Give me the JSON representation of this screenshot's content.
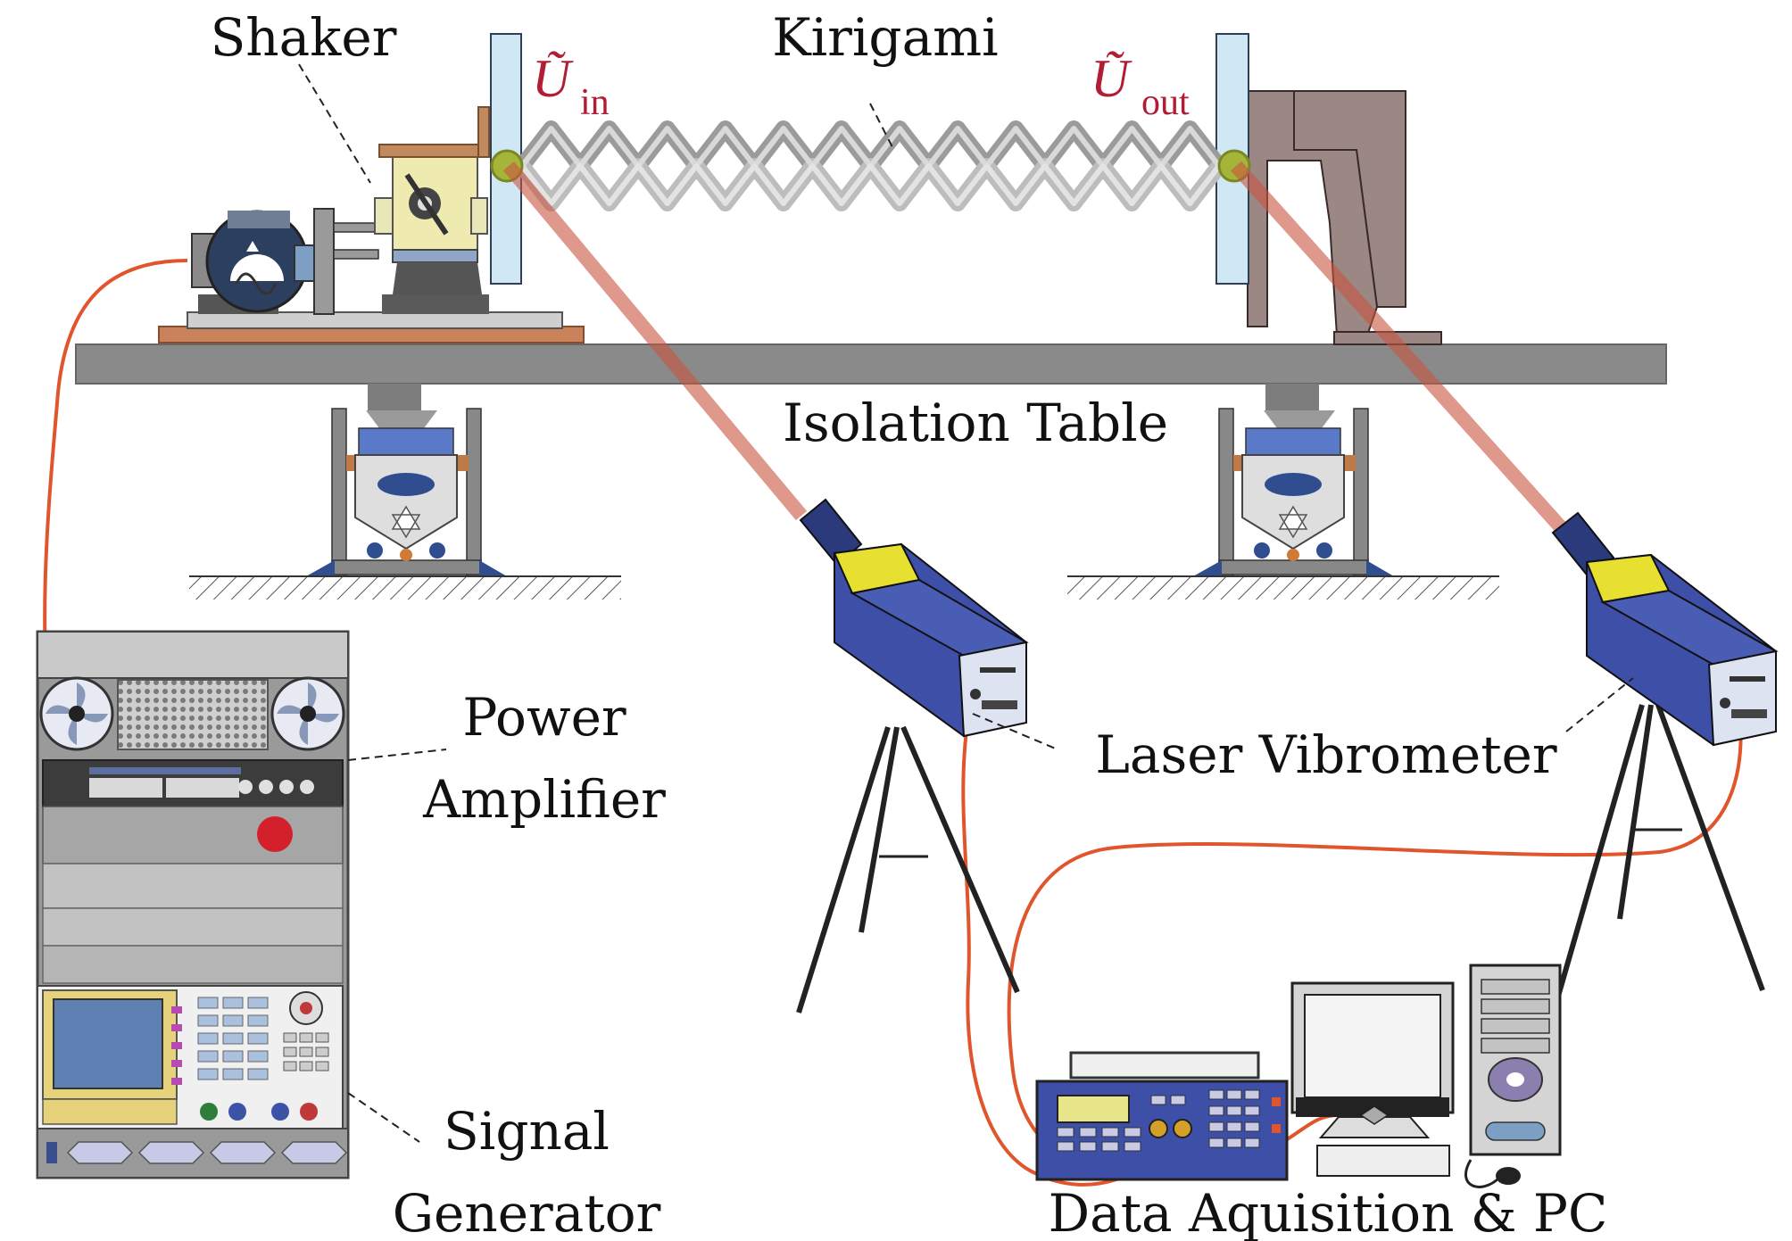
{
  "labels": {
    "shaker": "Shaker",
    "kirigami": "Kirigami",
    "u_symbol": "Ũ",
    "u_in_sub": "in",
    "u_out_sub": "out",
    "isolation_table": "Isolation Table",
    "power_amplifier_line1": "Power",
    "power_amplifier_line2": "Amplifier",
    "laser_vibrometer": "Laser Vibrometer",
    "signal_generator_line1": "Signal",
    "signal_generator_line2": "Generator",
    "data_acquisition": "Data Aquisition & PC"
  },
  "colors": {
    "cable": "#e0552c",
    "laser_beam": "#c8553f",
    "symbol_red": "#b01d35",
    "table": "#8a8a8a",
    "vibrometer_body": "#3d4fa6",
    "vibrometer_accent": "#e8e030",
    "kirigami": "#b8b8b8",
    "glass_plate": "#cfe8f3"
  },
  "icons": {
    "shaker": "shaker-icon",
    "vibrometer": "laser-vibrometer-icon",
    "rack": "instrument-rack-icon",
    "computer": "desktop-computer-icon",
    "daq": "data-acquisition-icon"
  }
}
